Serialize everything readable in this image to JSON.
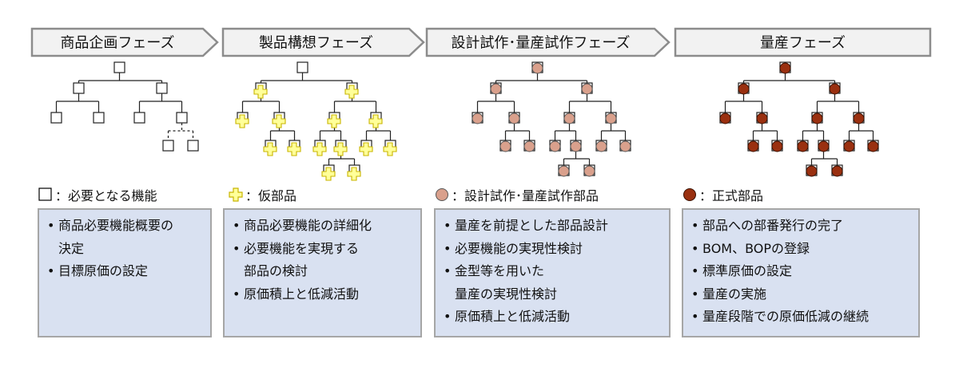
{
  "phases": [
    {
      "title": "商品企画フェーズ",
      "legend_label": "：必要となる機能",
      "legend_icon": "open-square-icon",
      "items": [
        {
          "lines": [
            "商品必要機能概要の",
            "決定"
          ]
        },
        {
          "lines": [
            "目標原価の設定"
          ]
        }
      ]
    },
    {
      "title": "製品構想フェーズ",
      "legend_label": "：仮部品",
      "legend_icon": "yellow-cross-icon",
      "items": [
        {
          "lines": [
            "商品必要機能の詳細化"
          ]
        },
        {
          "lines": [
            "必要機能を実現する",
            "部品の検討"
          ]
        },
        {
          "lines": [
            "原価積上と低減活動"
          ]
        }
      ]
    },
    {
      "title": "設計試作･量産試作フェーズ",
      "legend_label": "：設計試作･量産試作部品",
      "legend_icon": "pink-circle-icon",
      "items": [
        {
          "lines": [
            "量産を前提とした部品設計"
          ]
        },
        {
          "lines": [
            "必要機能の実現性検討"
          ]
        },
        {
          "lines": [
            "金型等を用いた",
            "量産の実現性検討"
          ]
        },
        {
          "lines": [
            "原価積上と低減活動"
          ]
        }
      ]
    },
    {
      "title": "量産フェーズ",
      "legend_label": "：正式部品",
      "legend_icon": "brown-circle-icon",
      "items": [
        {
          "lines": [
            "部品への部番発行の完了"
          ]
        },
        {
          "lines": [
            "BOM、BOPの登録"
          ]
        },
        {
          "lines": [
            "標準原価の設定"
          ]
        },
        {
          "lines": [
            "量産の実施"
          ]
        },
        {
          "lines": [
            "量産段階での原価低減の継続"
          ]
        }
      ]
    }
  ],
  "colors": {
    "arrow_fill": "#f2f2f2",
    "arrow_stroke": "#8c8c8c",
    "desc_bg": "#d9e1f1",
    "desc_border": "#a6a6a6",
    "cross_fill": "#ffff99",
    "cross_stroke": "#c8b400",
    "pink_fill": "#d9a08c",
    "brown_fill": "#9a3010"
  }
}
